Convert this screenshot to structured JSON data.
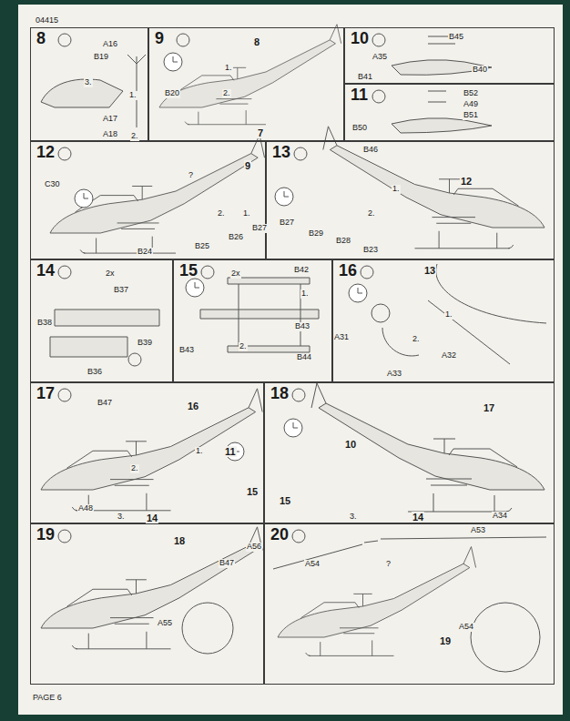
{
  "diagram": {
    "nodes": [
      {
        "text": [
          "8"
        ]
      },
      {
        "text": [
          "9"
        ]
      },
      {
        "text": [
          "10"
        ]
      },
      {
        "text": [
          "11"
        ]
      },
      {
        "text": [
          "12"
        ]
      },
      {
        "text": [
          "13"
        ]
      },
      {
        "text": [
          "14"
        ]
      },
      {
        "text": [
          "15"
        ]
      },
      {
        "text": [
          "16"
        ]
      },
      {
        "text": [
          "17"
        ]
      },
      {
        "text": [
          "18"
        ]
      },
      {
        "text": [
          "19"
        ]
      },
      {
        "text": [
          "20"
        ]
      }
    ],
    "labels": [
      "04415",
      "A16",
      "B19",
      "3.",
      "1.",
      "A17",
      "A18",
      "2.",
      "8",
      "1.",
      "B20",
      "2.",
      "7",
      "B45",
      "A35",
      "B41",
      "B40",
      "B52",
      "A49",
      "B51",
      "B50",
      "9",
      "C30",
      "?",
      "2.",
      "1.",
      "B27",
      "B26",
      "B25",
      "B24",
      "B46",
      "12",
      "1.",
      "2.",
      "B27",
      "B29",
      "B28",
      "B23",
      "2x",
      "B37",
      "B38",
      "B39",
      "B36",
      "2x",
      "B42",
      "1.",
      "B43",
      "2.",
      "B44",
      "B43",
      "13",
      "1.",
      "A31",
      "2.",
      "A32",
      "A33",
      "B47",
      "16",
      "1.",
      "11",
      "2.",
      "15",
      "3.",
      "14",
      "A48",
      "17",
      "10",
      "15",
      "3.",
      "14",
      "A34",
      "18",
      "A56",
      "B47",
      "A55",
      "A53",
      "A54",
      "?",
      "A54",
      "19",
      "PAGE 6"
    ]
  }
}
